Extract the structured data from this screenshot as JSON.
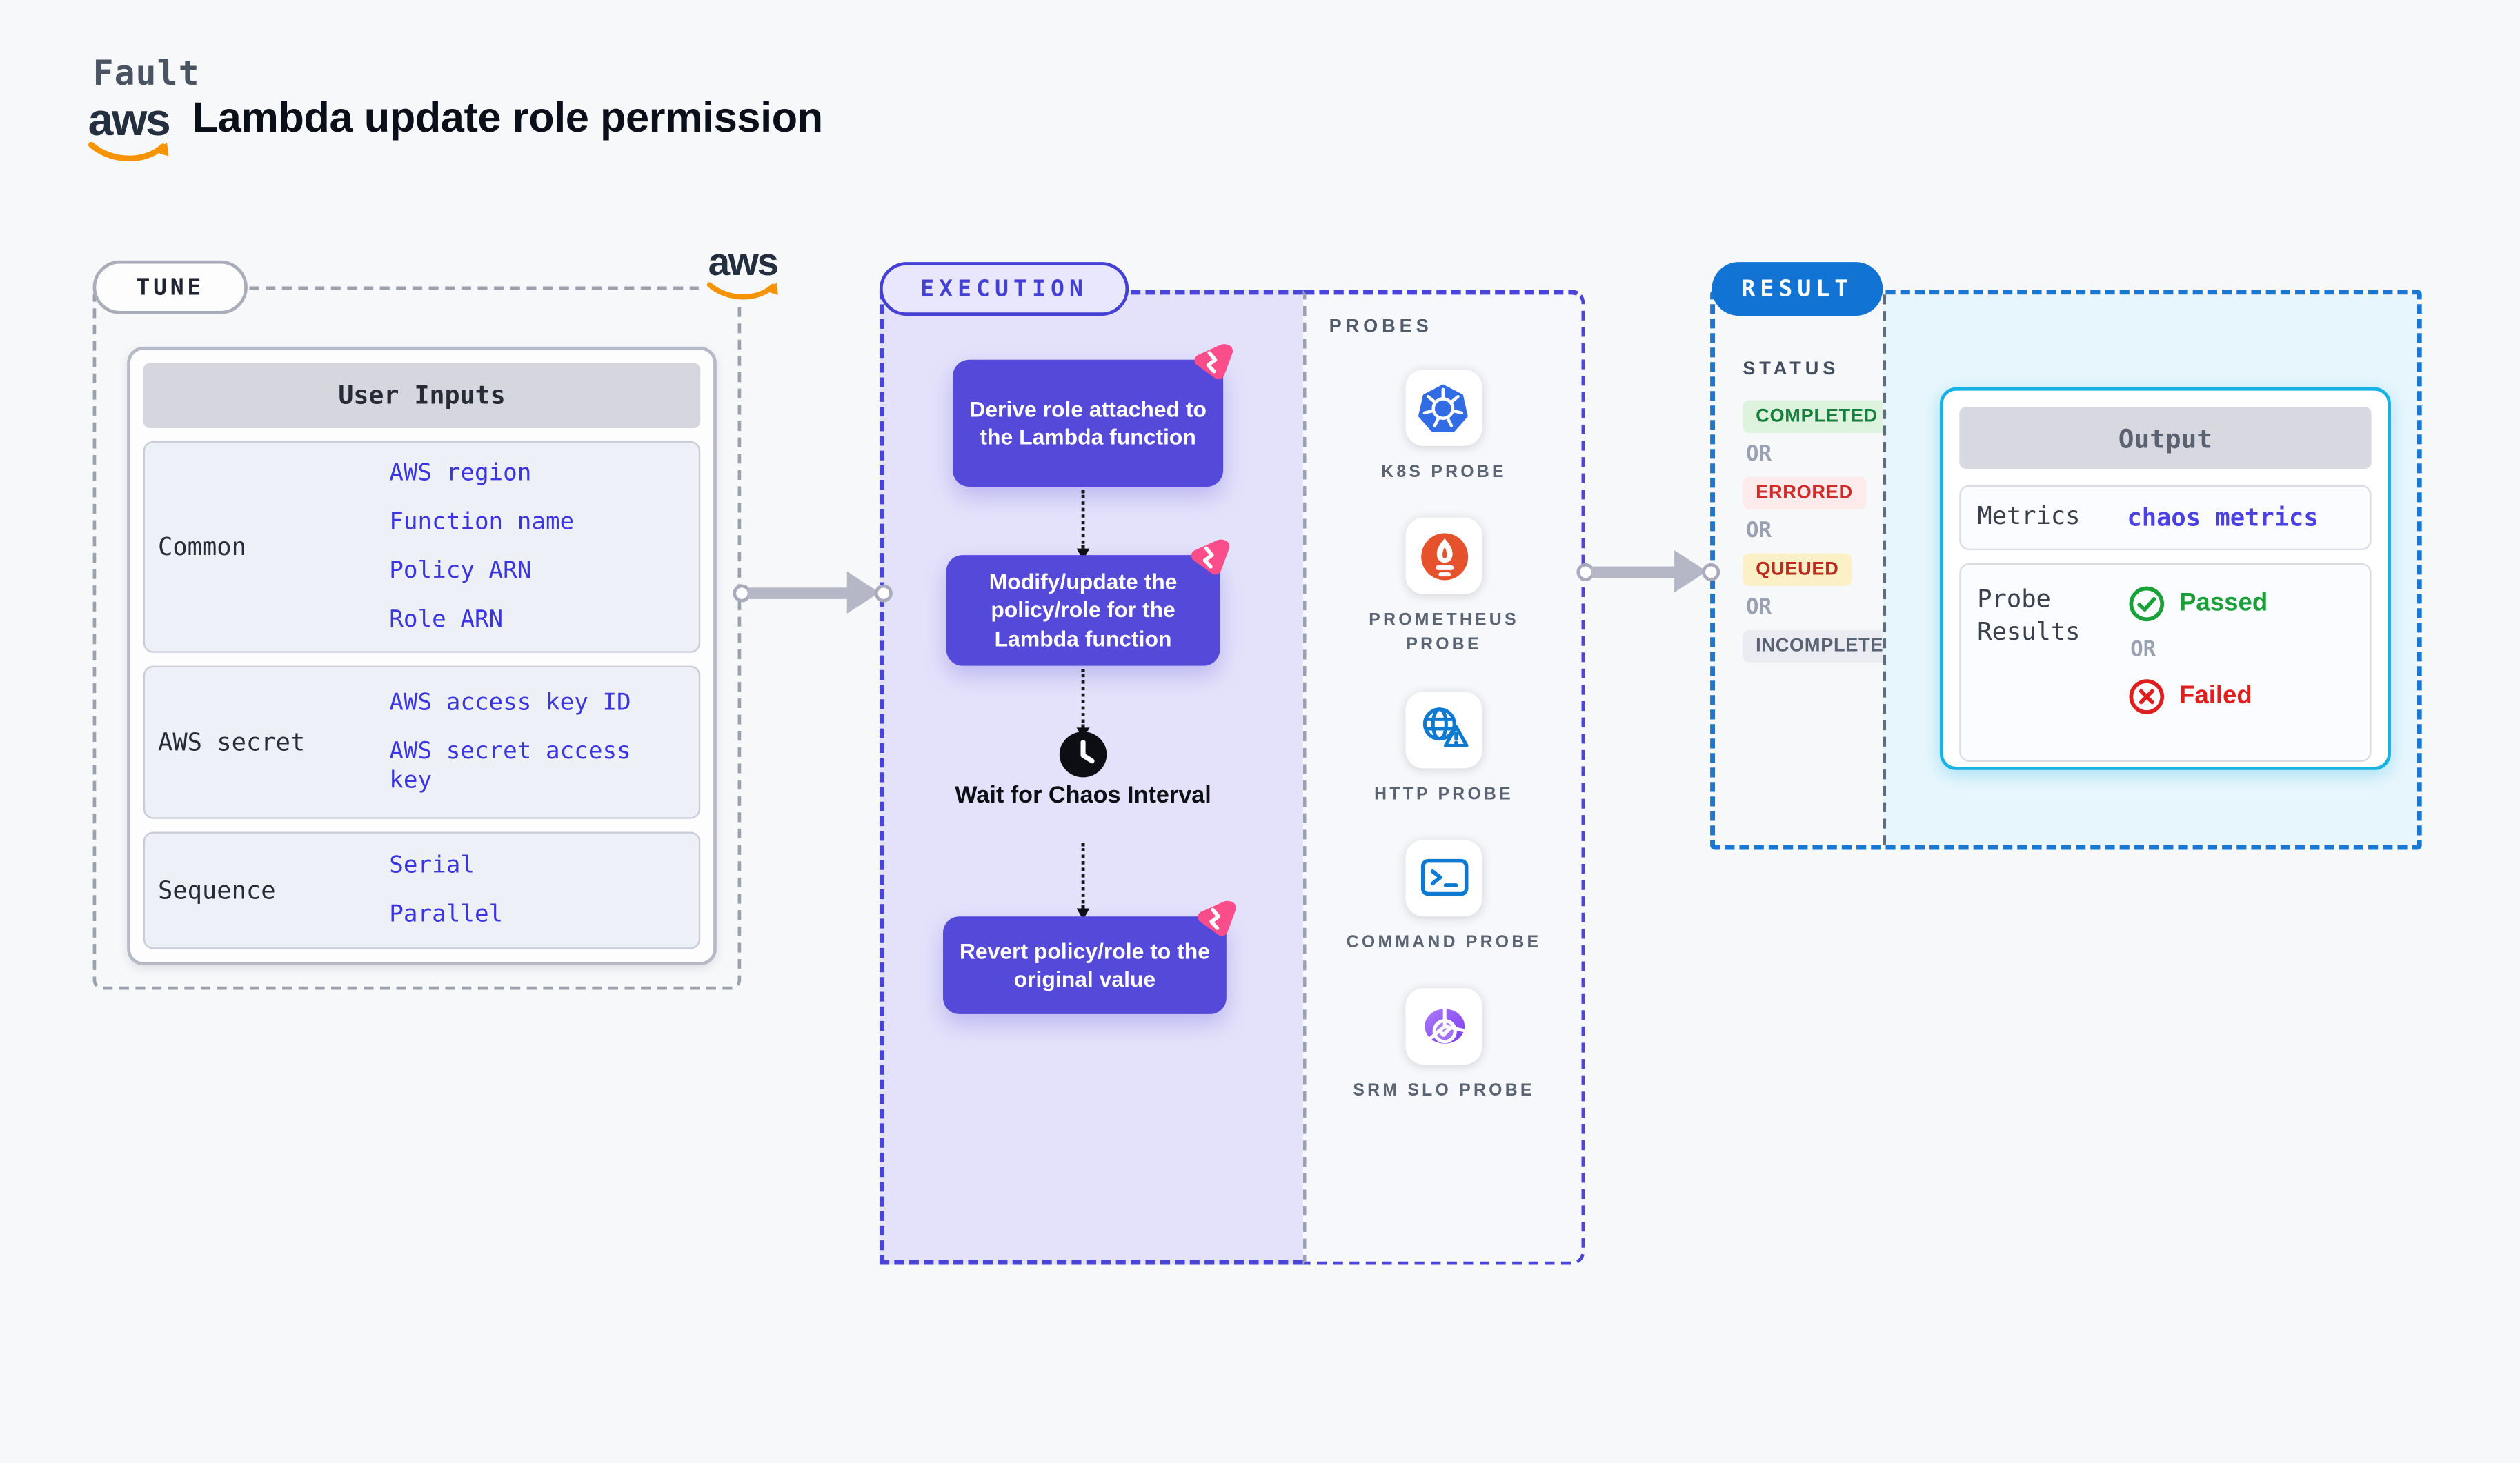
{
  "header": {
    "app_label": "Fault",
    "title": "Lambda update role permission",
    "aws_logo_text": "aws"
  },
  "tune": {
    "badge": "TUNE",
    "aws_logo_text": "aws",
    "user_inputs": {
      "title": "User Inputs",
      "groups": [
        {
          "label": "Common",
          "links": [
            "AWS region",
            "Function name",
            "Policy ARN",
            "Role ARN"
          ]
        },
        {
          "label": "AWS secret",
          "links": [
            "AWS access key ID",
            "AWS secret access key"
          ]
        },
        {
          "label": "Sequence",
          "links": [
            "Serial",
            "Parallel"
          ]
        }
      ]
    }
  },
  "execution": {
    "badge": "EXECUTION",
    "steps": [
      "Derive role attached to the Lambda function",
      "Modify/update the policy/role for the Lambda function",
      "Revert policy/role to the original value"
    ],
    "step_badge_icon": "chaos-triangle-icon",
    "wait_icon": "clock-icon",
    "wait_label": "Wait for Chaos Interval"
  },
  "probes": {
    "title": "PROBES",
    "items": [
      {
        "label": "K8S PROBE",
        "icon": "kubernetes-wheel-icon"
      },
      {
        "label": "PROMETHEUS PROBE",
        "icon": "prometheus-flame-icon"
      },
      {
        "label": "HTTP PROBE",
        "icon": "globe-warning-icon"
      },
      {
        "label": "COMMAND PROBE",
        "icon": "terminal-icon"
      },
      {
        "label": "SRM SLO PROBE",
        "icon": "pie-check-icon"
      }
    ]
  },
  "result": {
    "badge": "RESULT",
    "status": {
      "title": "STATUS",
      "or_label": "OR",
      "badges": [
        {
          "label": "COMPLETED",
          "color": "#15803d",
          "background": "#def3de"
        },
        {
          "label": "ERRORED",
          "color": "#d02b2b",
          "background": "#fdeaea"
        },
        {
          "label": "QUEUED",
          "color": "#bb2d20",
          "background": "#fcf0c6"
        },
        {
          "label": "INCOMPLETED",
          "color": "#596273",
          "background": "#eaecf2"
        }
      ]
    },
    "output": {
      "title": "Output",
      "metrics_label": "Metrics",
      "metrics_link": "chaos metrics",
      "probe_results_label": "Probe Results",
      "or_label": "OR",
      "passed_label": "Passed",
      "failed_label": "Failed",
      "passed_icon": "check-circle-icon",
      "failed_icon": "x-circle-icon"
    }
  },
  "colors": {
    "page_background": "#f7f8fa",
    "node_indigo": "#5549da",
    "execution_lavender": "#e4e2fa",
    "execution_border": "#4a44d8",
    "chaos_pink": "#fb4d8a",
    "tune_link_blue": "#3b35e0",
    "metrics_link_violet": "#4b40e2",
    "result_badge_blue": "#1173d4",
    "result_border_blue": "#1a78d3",
    "output_border_cyan": "#16b1e5",
    "result_panel_cyan": "#e7f6fc",
    "passed_green": "#1aa038",
    "failed_red": "#df1f1f",
    "aws_orange": "#f59300",
    "connector_gray": "#b5b7c7"
  }
}
